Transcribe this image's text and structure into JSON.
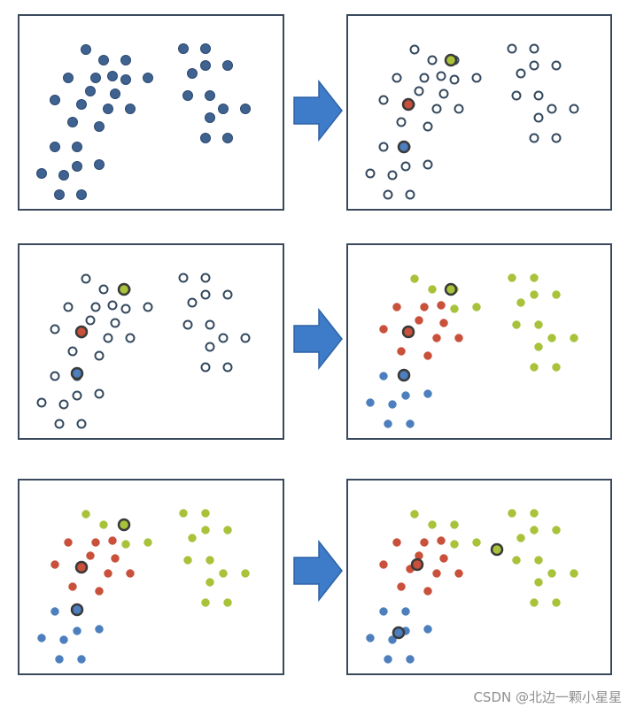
{
  "watermark": "CSDN @北边一颗小星星",
  "colors": {
    "navy": "#3f6290",
    "navy_stroke": "#2b4a70",
    "hollow_stroke": "#34495e",
    "red": "#c9503a",
    "green": "#a8c23a",
    "blue": "#4d7fbe",
    "arrow": "#3e7bc8",
    "arrow_stroke": "#2f63a6",
    "frame": "#3a4a5c"
  },
  "diagram": {
    "title": "",
    "steps": 6,
    "arrows": 3
  }
}
